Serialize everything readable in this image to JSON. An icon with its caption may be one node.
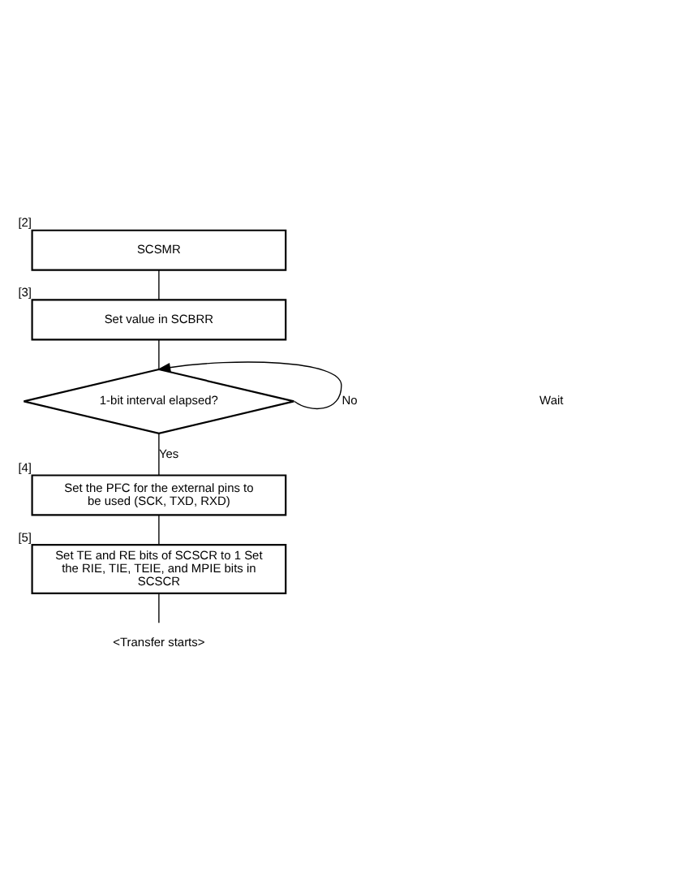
{
  "diagram": {
    "nodes": [
      {
        "text": [
          "SCSMR"
        ],
        "beside": [
          "[2]"
        ]
      },
      {
        "text": [
          "Set value in SCBRR"
        ],
        "beside": [
          "[3]"
        ]
      },
      {
        "text": [
          "1-bit interval elapsed?"
        ]
      },
      {
        "text": [
          "Set the PFC for the external pins to be used (SCK, TXD, RXD)"
        ],
        "beside": [
          "[4]"
        ]
      },
      {
        "text": [
          "Set TE and RE bits of SCSCR to 1 Set the RIE, TIE, TEIE, and MPIE bits in SCSCR"
        ],
        "beside": [
          "[5]"
        ]
      },
      {
        "text": [
          "<Transfer starts>"
        ]
      }
    ],
    "edges": [
      {
        "from": 0,
        "to": 1,
        "arrow": "none"
      },
      {
        "from": 1,
        "to": 2,
        "arrow": "none"
      },
      {
        "from": 2,
        "to": 2,
        "arrow": "to",
        "label": "No"
      },
      {
        "from": 2,
        "to": 3,
        "arrow": "none",
        "label": "Yes"
      },
      {
        "from": 3,
        "to": 4,
        "arrow": "none"
      },
      {
        "from": 4,
        "to": 5,
        "arrow": "none"
      }
    ],
    "labels": [
      "Wait"
    ]
  }
}
